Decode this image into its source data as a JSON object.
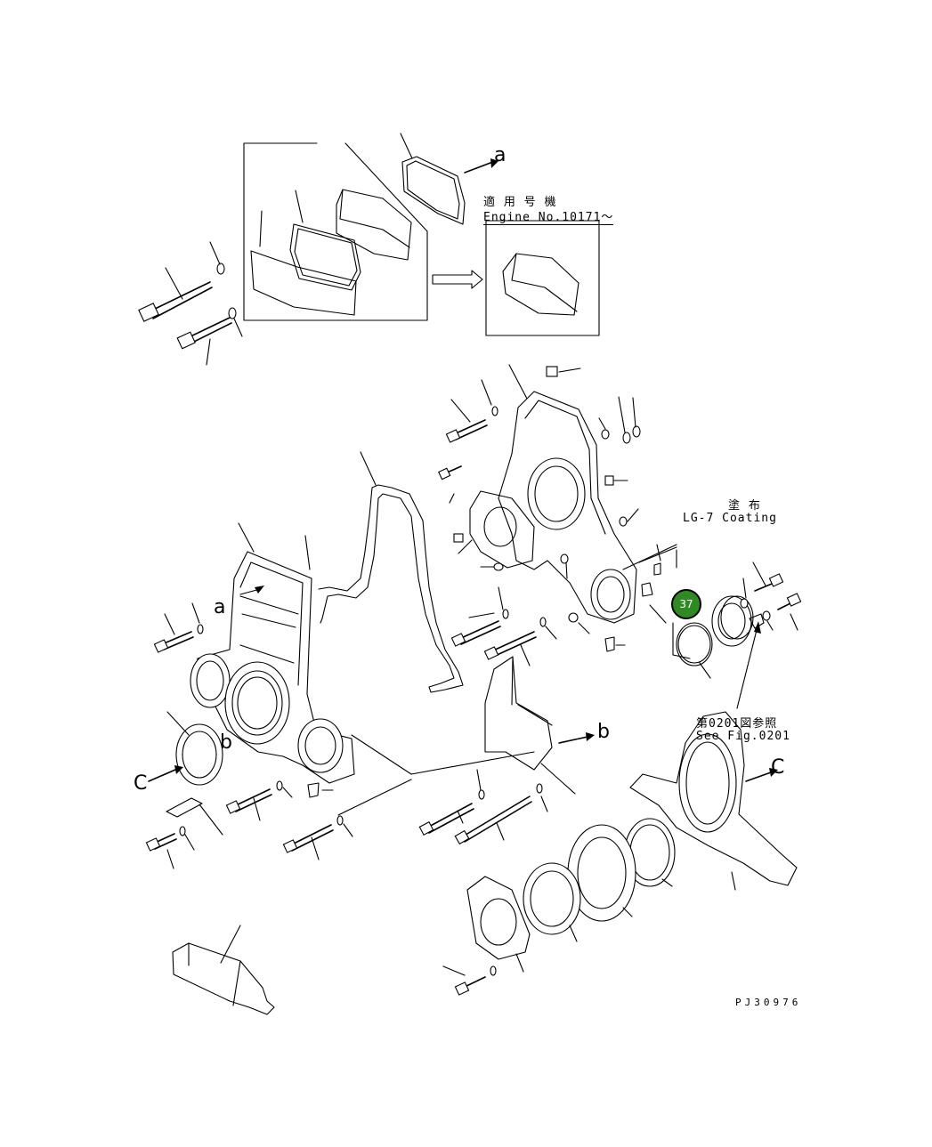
{
  "labels": {
    "applicable_jp": "適 用 号 機",
    "engine_no": "Engine No.10171～",
    "coating_jp": "塗 布",
    "coating_en": "LG-7 Coating",
    "see_fig_jp": "第0201図参照",
    "see_fig_en": "See Fig.0201",
    "drawing_no": "PJ30976",
    "ref_a_top": "a",
    "ref_a_left": "a",
    "ref_b_left": "b",
    "ref_b_mid": "b",
    "ref_c_left": "C",
    "ref_c_right": "C"
  },
  "callout": {
    "number": "37",
    "color": "#2e8b22"
  },
  "colors": {
    "line": "#000000",
    "background": "#ffffff"
  }
}
